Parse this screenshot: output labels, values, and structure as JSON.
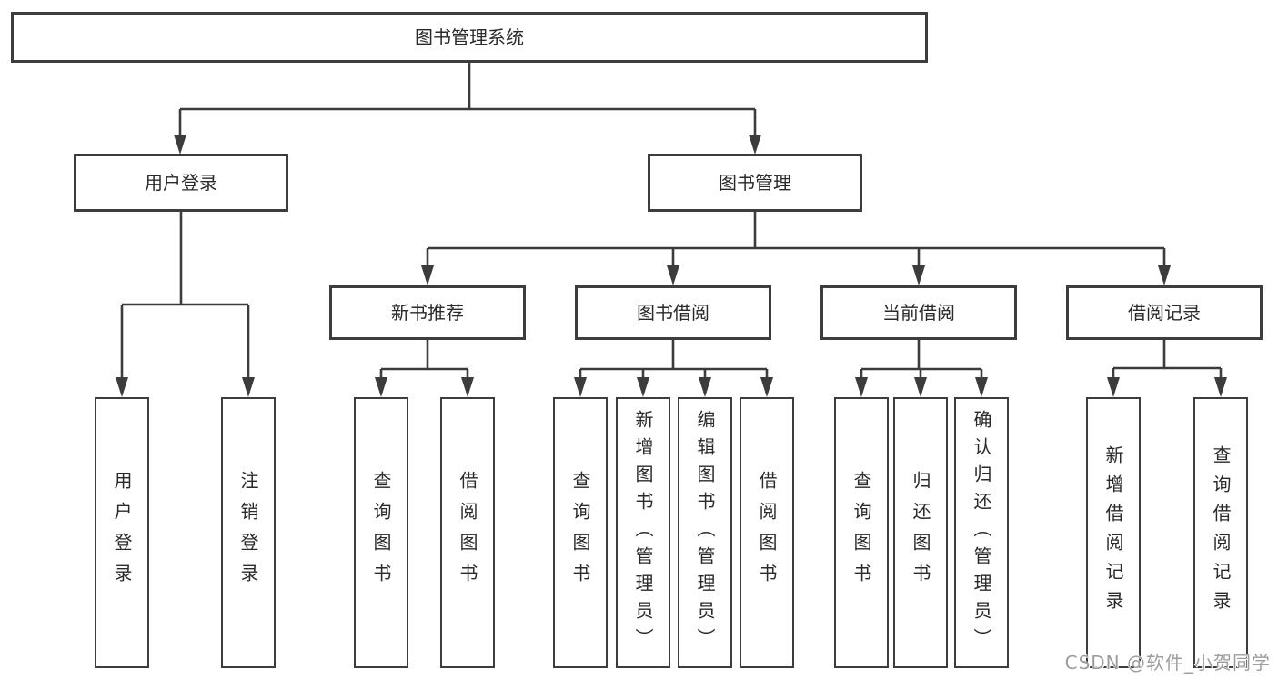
{
  "tree": {
    "root": {
      "label": "图书管理系统",
      "children": [
        {
          "label": "用户登录",
          "children": [
            {
              "label": "用户登录"
            },
            {
              "label": "注销登录"
            }
          ]
        },
        {
          "label": "图书管理",
          "children": [
            {
              "label": "新书推荐",
              "children": [
                {
                  "label": "查询图书"
                },
                {
                  "label": "借阅图书"
                }
              ]
            },
            {
              "label": "图书借阅",
              "children": [
                {
                  "label": "查询图书"
                },
                {
                  "label": "新增图书（管理员）"
                },
                {
                  "label": "编辑图书（管理员）"
                },
                {
                  "label": "借阅图书"
                }
              ]
            },
            {
              "label": "当前借阅",
              "children": [
                {
                  "label": "查询图书"
                },
                {
                  "label": "归还图书"
                },
                {
                  "label": "确认归还（管理员）"
                }
              ]
            },
            {
              "label": "借阅记录",
              "children": [
                {
                  "label": "新增借阅记录"
                },
                {
                  "label": "查询借阅记录"
                }
              ]
            }
          ]
        }
      ]
    }
  },
  "watermark": {
    "text": "CSDN @软件_小贺同学"
  },
  "colors": {
    "line": "#3c3c3c",
    "box_border": "#3d3d3d",
    "text": "#2a2a2a",
    "watermark": "#9d9d9d",
    "background": "#ffffff"
  }
}
